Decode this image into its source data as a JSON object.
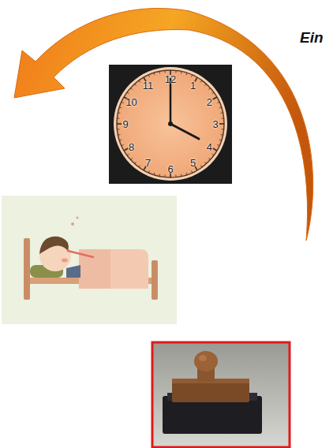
{
  "diagram": {
    "labels": [
      "Ein",
      "12",
      "1",
      "2",
      "3",
      "4",
      "5",
      "6",
      "7",
      "8",
      "9",
      "10",
      "11"
    ]
  }
}
